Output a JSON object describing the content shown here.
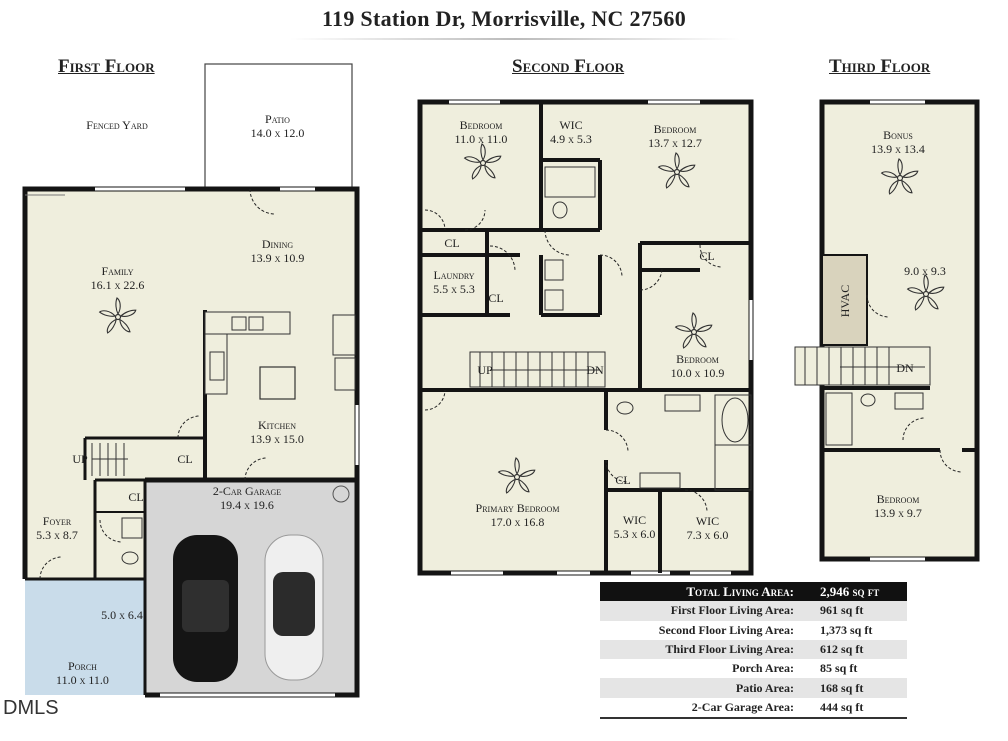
{
  "address": "119 Station Dr, Morrisville, NC 27560",
  "floors": {
    "first": "First Floor",
    "second": "Second Floor",
    "third": "Third Floor"
  },
  "first_floor_rooms": [
    {
      "name": "Fenced Yard",
      "dim": ""
    },
    {
      "name": "Patio",
      "dim": "14.0 x 12.0"
    },
    {
      "name": "Dining",
      "dim": "13.9 x 10.9"
    },
    {
      "name": "Family",
      "dim": "16.1 x 22.6"
    },
    {
      "name": "Kitchen",
      "dim": "13.9 x 15.0"
    },
    {
      "name": "2-Car Garage",
      "dim": "19.4 x 19.6"
    },
    {
      "name": "Foyer",
      "dim": "5.3 x 8.7"
    },
    {
      "name": "",
      "dim": "5.0 x 6.4"
    },
    {
      "name": "Porch",
      "dim": "11.0 x 11.0"
    }
  ],
  "first_floor_tags": {
    "cl1": "CL",
    "cl2": "CL",
    "up": "UP"
  },
  "second_floor_rooms": [
    {
      "name": "Bedroom",
      "dim": "11.0 x 11.0"
    },
    {
      "name": "WIC",
      "dim": "4.9 x 5.3"
    },
    {
      "name": "Bedroom",
      "dim": "13.7 x 12.7"
    },
    {
      "name": "Laundry",
      "dim": "5.5 x 5.3"
    },
    {
      "name": "Bedroom",
      "dim": "10.0 x 10.9"
    },
    {
      "name": "Primary Bedroom",
      "dim": "17.0 x 16.8"
    },
    {
      "name": "WIC",
      "dim": "5.3 x 6.0"
    },
    {
      "name": "WIC",
      "dim": "7.3 x 6.0"
    }
  ],
  "second_floor_tags": {
    "cl1": "CL",
    "cl2": "CL",
    "cl3": "CL",
    "cl4": "CL",
    "up": "UP",
    "dn": "DN"
  },
  "third_floor_rooms": [
    {
      "name": "Bonus",
      "dim": "13.9 x 13.4"
    },
    {
      "name": "",
      "dim": "9.0 x 9.3"
    },
    {
      "name": "Bedroom",
      "dim": "13.9 x 9.7"
    }
  ],
  "third_floor_tags": {
    "hvac": "HVAC",
    "dn": "DN"
  },
  "area_table": {
    "header": {
      "label": "Total Living Area:",
      "value": "2,946 sq ft"
    },
    "rows": [
      {
        "label": "First Floor Living Area:",
        "value": "961 sq ft"
      },
      {
        "label": "Second Floor Living Area:",
        "value": "1,373 sq ft"
      },
      {
        "label": "Third Floor Living Area:",
        "value": "612 sq ft"
      },
      {
        "label": "Porch Area:",
        "value": "85 sq ft"
      },
      {
        "label": "Patio Area:",
        "value": "168 sq ft"
      },
      {
        "label": "2-Car Garage Area:",
        "value": "444 sq ft"
      }
    ]
  },
  "watermark": "DMLS",
  "colors": {
    "floor": "#efeedd",
    "wall": "#141414",
    "garage": "#d6d6d6",
    "porch": "#c9dcea",
    "hvac": "#d9d3bd",
    "table_header": "#111111"
  }
}
